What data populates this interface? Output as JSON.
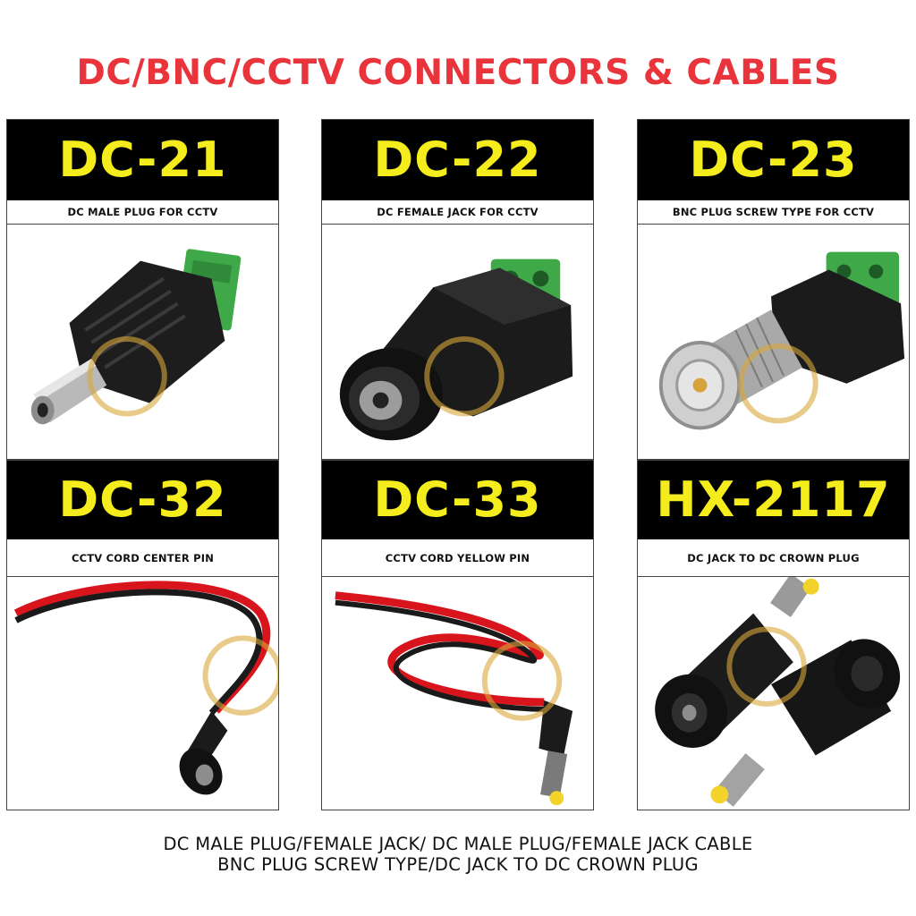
{
  "title": "DC/BNC/CCTV CONNECTORS & CABLES",
  "products": [
    {
      "code": "DC-21",
      "description": "DC MALE PLUG FOR CCTV",
      "icon": "dc-male-plug-image"
    },
    {
      "code": "DC-22",
      "description": "DC FEMALE JACK FOR CCTV",
      "icon": "dc-female-jack-image"
    },
    {
      "code": "DC-23",
      "description": "BNC PLUG SCREW TYPE FOR CCTV",
      "icon": "bnc-plug-image"
    },
    {
      "code": "DC-32",
      "description": "CCTV CORD CENTER PIN",
      "icon": "cord-center-pin-image"
    },
    {
      "code": "DC-33",
      "description": "CCTV CORD YELLOW PIN",
      "icon": "cord-yellow-pin-image"
    },
    {
      "code": "HX-2117",
      "description": "DC JACK TO DC CROWN PLUG",
      "icon": "dc-jack-crown-plug-image"
    }
  ],
  "footer": {
    "line1": "DC MALE PLUG/FEMALE JACK/ DC MALE PLUG/FEMALE JACK CABLE",
    "line2": "BNC PLUG SCREW TYPE/DC JACK TO DC CROWN PLUG"
  },
  "colors": {
    "title": "#e8343a",
    "code_text": "#f4ec1c",
    "code_bar": "#000000",
    "terminal_green": "#3fa94a",
    "wire_red": "#d8141c",
    "watermark_gold": "#d9a93a"
  }
}
